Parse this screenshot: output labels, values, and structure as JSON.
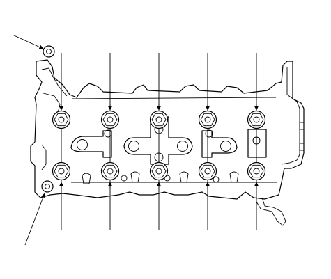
{
  "diagram": {
    "kind": "cylinder-head-bolt-loosening-sequence",
    "text_labels": [],
    "head_bolt_count": 10,
    "pointer_count": 2,
    "icons": [
      "bolt-head-icon",
      "arrow-icon"
    ]
  }
}
